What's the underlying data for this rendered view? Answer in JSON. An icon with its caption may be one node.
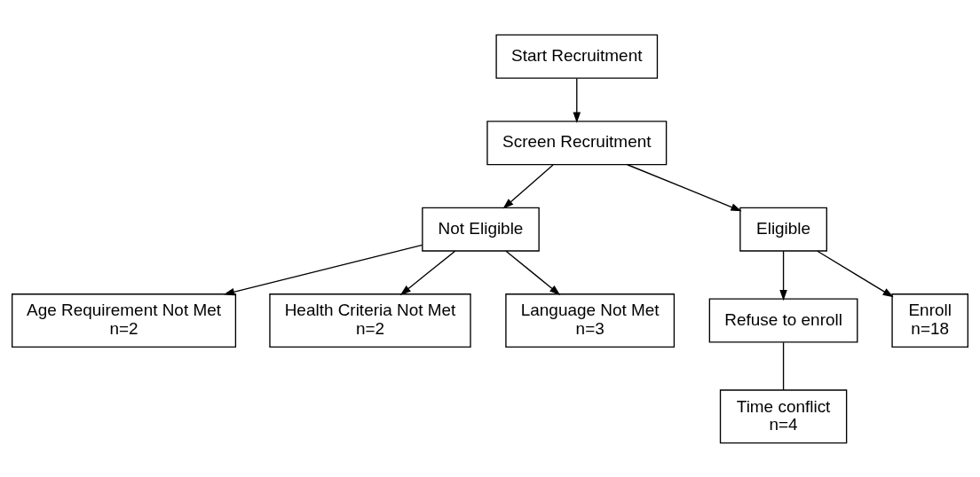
{
  "diagram": {
    "nodes": [
      {
        "text": [
          "Start Recruitment"
        ]
      },
      {
        "text": [
          "Screen Recruitment"
        ]
      },
      {
        "text": [
          "Not Eligible"
        ]
      },
      {
        "text": [
          "Eligible"
        ]
      },
      {
        "text": [
          "Age Requirement Not Met",
          "n=2"
        ]
      },
      {
        "text": [
          "Health Criteria Not Met",
          "n=2"
        ]
      },
      {
        "text": [
          "Language Not Met",
          "n=3"
        ]
      },
      {
        "text": [
          "Refuse to enroll"
        ]
      },
      {
        "text": [
          "Enroll",
          "n=18"
        ]
      },
      {
        "text": [
          "Time conflict",
          "n=4"
        ]
      }
    ],
    "edges": [
      {
        "from": 0,
        "to": 1,
        "arrow": "to"
      },
      {
        "from": 1,
        "to": 2,
        "arrow": "to"
      },
      {
        "from": 1,
        "to": 3,
        "arrow": "to"
      },
      {
        "from": 2,
        "to": 4,
        "arrow": "to"
      },
      {
        "from": 2,
        "to": 5,
        "arrow": "to"
      },
      {
        "from": 2,
        "to": 6,
        "arrow": "to"
      },
      {
        "from": 3,
        "to": 7,
        "arrow": "to"
      },
      {
        "from": 3,
        "to": 8,
        "arrow": "to"
      },
      {
        "from": 7,
        "to": 9,
        "arrow": "none"
      }
    ]
  }
}
